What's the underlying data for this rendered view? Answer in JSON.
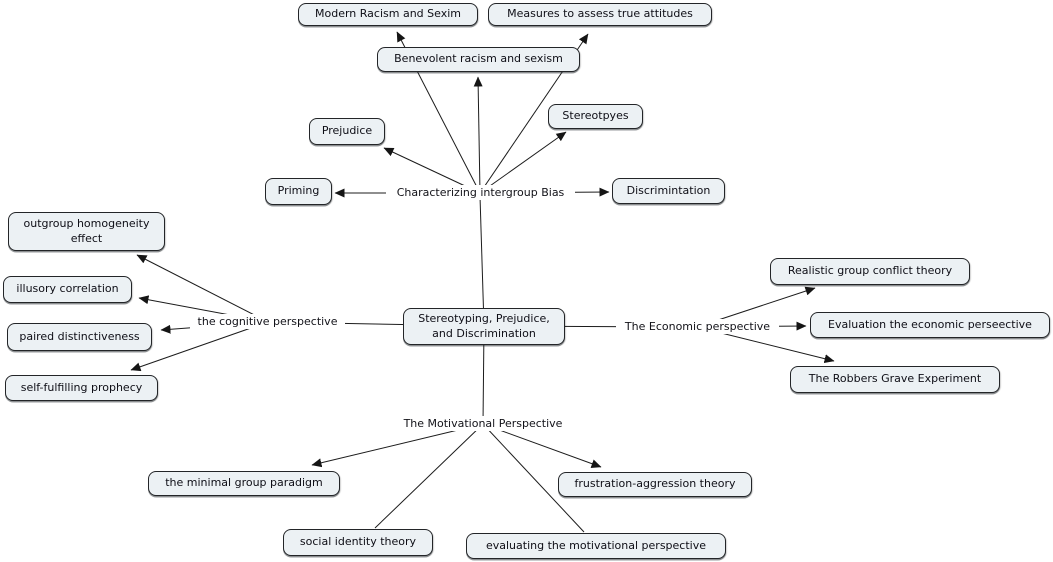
{
  "colors": {
    "background": "#ffffff",
    "node_fill": "#ecf1f4",
    "node_border": "#232528",
    "line": "#1c1c1c",
    "text": "#0e0e16"
  },
  "nodes": {
    "center": {
      "label": "Stereotyping, Prejudice, and Discrimination"
    },
    "bias_hub": {
      "label": "Characterizing intergroup Bias"
    },
    "modern_racism": {
      "label": "Modern Racism and Sexim"
    },
    "measures": {
      "label": "Measures to assess true attitudes"
    },
    "benevolent": {
      "label": "Benevolent racism and sexism"
    },
    "stereotypes": {
      "label": "Stereotpyes"
    },
    "prejudice": {
      "label": "Prejudice"
    },
    "priming": {
      "label": "Priming"
    },
    "discrimination": {
      "label": "Discrimintation"
    },
    "cognitive_hub": {
      "label": "the cognitive perspective"
    },
    "outgroup_homogeneity": {
      "label": "outgroup homogeneity effect"
    },
    "illusory_correlation": {
      "label": "illusory correlation"
    },
    "paired_distinctiveness": {
      "label": "paired distinctiveness"
    },
    "self_fulfilling": {
      "label": "self-fulfilling prophecy"
    },
    "economic_hub": {
      "label": "The Economic perspective"
    },
    "realistic_conflict": {
      "label": "Realistic group conflict theory"
    },
    "evaluation_economic": {
      "label": "Evaluation the economic perseective"
    },
    "robbers_cave": {
      "label": "The Robbers Grave Experiment"
    },
    "motivational_hub": {
      "label": "The Motivational Perspective"
    },
    "minimal_group": {
      "label": "the minimal group paradigm"
    },
    "social_identity": {
      "label": "social identity theory"
    },
    "evaluating_motivational": {
      "label": "evaluating the motivational perspective"
    },
    "frustration_aggression": {
      "label": "frustration-aggression theory"
    }
  },
  "edges": [
    {
      "from": "bias_hub",
      "to": "modern_racism",
      "arrow": true
    },
    {
      "from": "bias_hub",
      "to": "measures",
      "arrow": true
    },
    {
      "from": "bias_hub",
      "to": "benevolent",
      "arrow": true
    },
    {
      "from": "bias_hub",
      "to": "prejudice",
      "arrow": true
    },
    {
      "from": "bias_hub",
      "to": "stereotypes",
      "arrow": true
    },
    {
      "from": "bias_hub",
      "to": "priming",
      "arrow": true
    },
    {
      "from": "bias_hub",
      "to": "discrimination",
      "arrow": true
    },
    {
      "from": "center",
      "to": "bias_hub",
      "arrow": false
    },
    {
      "from": "center",
      "to": "cognitive_hub",
      "arrow": false
    },
    {
      "from": "center",
      "to": "economic_hub",
      "arrow": false
    },
    {
      "from": "center",
      "to": "motivational_hub",
      "arrow": false
    },
    {
      "from": "cognitive_hub",
      "to": "outgroup_homogeneity",
      "arrow": true
    },
    {
      "from": "cognitive_hub",
      "to": "illusory_correlation",
      "arrow": true
    },
    {
      "from": "cognitive_hub",
      "to": "paired_distinctiveness",
      "arrow": true
    },
    {
      "from": "cognitive_hub",
      "to": "self_fulfilling",
      "arrow": true
    },
    {
      "from": "economic_hub",
      "to": "realistic_conflict",
      "arrow": true
    },
    {
      "from": "economic_hub",
      "to": "evaluation_economic",
      "arrow": true
    },
    {
      "from": "economic_hub",
      "to": "robbers_cave",
      "arrow": true
    },
    {
      "from": "motivational_hub",
      "to": "minimal_group",
      "arrow": true
    },
    {
      "from": "motivational_hub",
      "to": "social_identity",
      "arrow": false
    },
    {
      "from": "motivational_hub",
      "to": "evaluating_motivational",
      "arrow": false
    },
    {
      "from": "motivational_hub",
      "to": "frustration_aggression",
      "arrow": true
    }
  ]
}
